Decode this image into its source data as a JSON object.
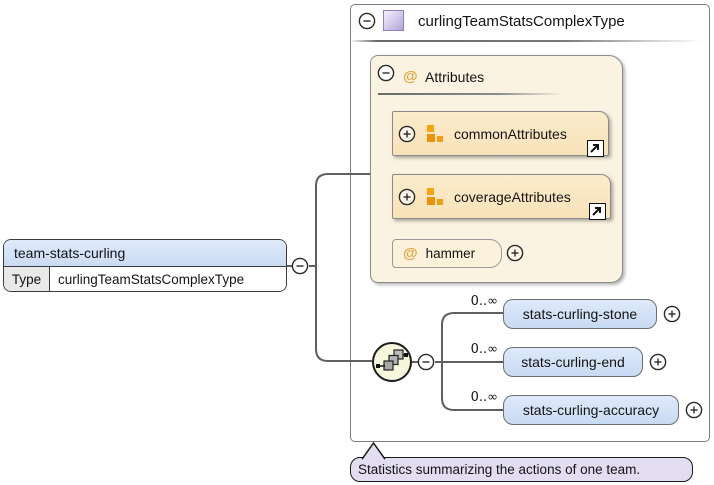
{
  "icons": {
    "collapse": "minus-circle-icon",
    "expand": "plus-circle-icon",
    "complex_type": "purple-type-square-icon",
    "attribute_glyph": "@",
    "attribute_group": "orange-attribute-group-icon",
    "link": "jump-to-definition-arrow-icon",
    "sequence": "sequence-compositor-icon"
  },
  "colors": {
    "element_fill": "#cfdff5",
    "attr_section_fill": "#fbf3e1",
    "attr_group_fill": "#f9e6c0",
    "attr_fill": "#fcf1da",
    "sequence_fill": "#f7f7dc",
    "annotation_fill": "#e3ddf1",
    "accent_orange": "#ef9d1f",
    "icon_purple": "#b2a3d6",
    "wire_gray": "#5f5f5f"
  },
  "source_element": {
    "name": "team-stats-curling",
    "type_label": "Type",
    "type_value": "curlingTeamStatsComplexType"
  },
  "complex_type": {
    "title": "curlingTeamStatsComplexType",
    "attributes": {
      "title": "Attributes",
      "groups": [
        {
          "name": "commonAttributes"
        },
        {
          "name": "coverageAttributes"
        }
      ],
      "items": [
        {
          "name": "hammer"
        }
      ]
    },
    "sequence": {
      "children": [
        {
          "occurrence": "0..∞",
          "name": "stats-curling-stone"
        },
        {
          "occurrence": "0..∞",
          "name": "stats-curling-end"
        },
        {
          "occurrence": "0..∞",
          "name": "stats-curling-accuracy"
        }
      ]
    }
  },
  "annotation": {
    "text": "Statistics summarizing the actions of one team."
  }
}
